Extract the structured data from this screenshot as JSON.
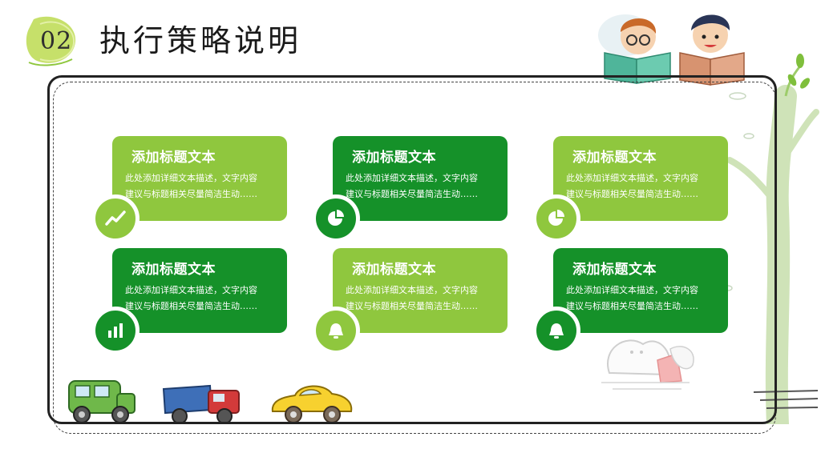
{
  "header": {
    "section_number": "02",
    "title": "执行策略说明"
  },
  "cards": [
    {
      "title": "添加标题文本",
      "line1": "此处添加详细文本描述，文字内容",
      "line2": "建议与标题相关尽量简洁生动……",
      "icon": "trend-line-icon"
    },
    {
      "title": "添加标题文本",
      "line1": "此处添加详细文本描述，文字内容",
      "line2": "建议与标题相关尽量简洁生动……",
      "icon": "pie-chart-icon"
    },
    {
      "title": "添加标题文本",
      "line1": "此处添加详细文本描述，文字内容",
      "line2": "建议与标题相关尽量简洁生动……",
      "icon": "pie-chart-icon"
    },
    {
      "title": "添加标题文本",
      "line1": "此处添加详细文本描述，文字内容",
      "line2": "建议与标题相关尽量简洁生动……",
      "icon": "bar-chart-icon"
    },
    {
      "title": "添加标题文本",
      "line1": "此处添加详细文本描述，文字内容",
      "line2": "建议与标题相关尽量简洁生动……",
      "icon": "bell-icon"
    },
    {
      "title": "添加标题文本",
      "line1": "此处添加详细文本描述，文字内容",
      "line2": "建议与标题相关尽量简洁生动……",
      "icon": "bell-icon"
    }
  ],
  "colors": {
    "light_green": "#8fc73e",
    "dark_green": "#159129"
  }
}
